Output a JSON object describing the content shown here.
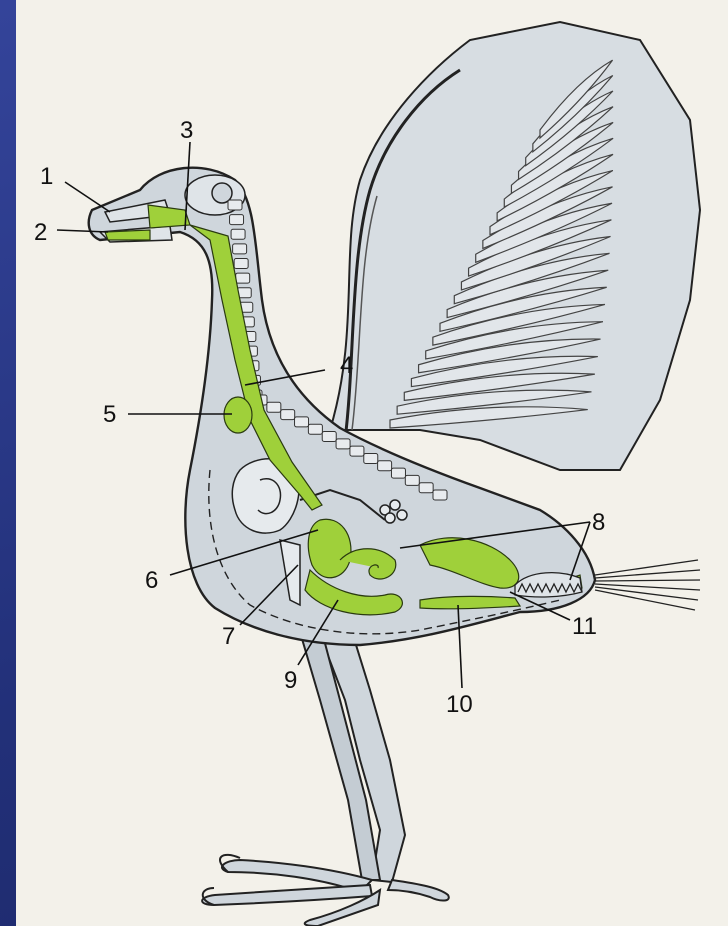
{
  "colors": {
    "slide_background": "#2b3a86",
    "paper": "#f3f1ea",
    "body_fill": "#cfd6dc",
    "outline": "#222222",
    "digestive_organs": "#9fd03a"
  },
  "labels": {
    "l1": "1",
    "l2": "2",
    "l3": "3",
    "l4": "4",
    "l5": "5",
    "l6": "6",
    "l7": "7",
    "l8": "8",
    "l9": "9",
    "l10": "10",
    "l11": "11"
  }
}
